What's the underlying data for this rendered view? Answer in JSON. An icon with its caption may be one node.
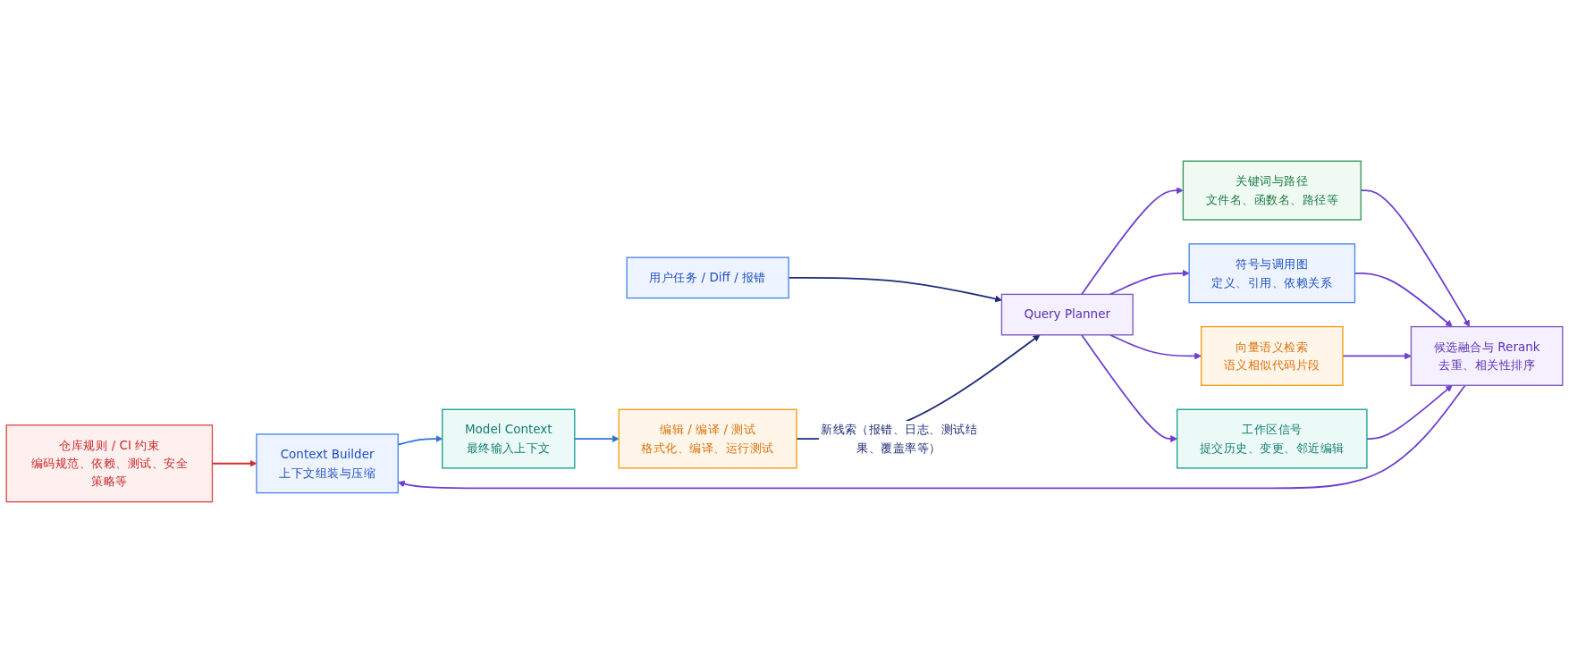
{
  "diagram": {
    "nodes": [
      {
        "text": [
          "用户任务 / Diff / 报错"
        ]
      },
      {
        "text": [
          "Query Planner"
        ]
      },
      {
        "text": [
          "关键词与路径",
          "文件名、函数名、路径等"
        ]
      },
      {
        "text": [
          "符号与调用图",
          "定义、引用、依赖关系"
        ]
      },
      {
        "text": [
          "向量语义检索",
          "语义相似代码片段"
        ]
      },
      {
        "text": [
          "工作区信号",
          "提交历史、变更、邻近编辑"
        ]
      },
      {
        "text": [
          "候选融合与 Rerank",
          "去重、相关性排序"
        ]
      },
      {
        "text": [
          "仓库规则 / CI 约束",
          "编码规范、依赖、测试、安全策略等"
        ]
      },
      {
        "text": [
          "Context Builder",
          "上下文组装与压缩"
        ]
      },
      {
        "text": [
          "Model Context",
          "最终输入上下文"
        ]
      },
      {
        "text": [
          "编辑 / 编译 / 测试",
          "格式化、编译、运行测试"
        ]
      }
    ],
    "edges": [
      {
        "from": 0,
        "to": 1,
        "arrow": "to",
        "color": "#1e2a78"
      },
      {
        "from": 1,
        "to": 2,
        "arrow": "to"
      },
      {
        "from": 1,
        "to": 3,
        "arrow": "to"
      },
      {
        "from": 1,
        "to": 4,
        "arrow": "to"
      },
      {
        "from": 1,
        "to": 5,
        "arrow": "to"
      },
      {
        "from": 2,
        "to": 6,
        "arrow": "to"
      },
      {
        "from": 3,
        "to": 6,
        "arrow": "to"
      },
      {
        "from": 4,
        "to": 6,
        "arrow": "to"
      },
      {
        "from": 5,
        "to": 6,
        "arrow": "to"
      },
      {
        "from": 6,
        "to": 8,
        "arrow": "to"
      },
      {
        "from": 7,
        "to": 8,
        "arrow": "to",
        "color": "#d32f2f"
      },
      {
        "from": 8,
        "to": 9,
        "arrow": "to",
        "color": "#2f6fe0"
      },
      {
        "from": 9,
        "to": 10,
        "arrow": "to",
        "color": "#2f6fe0"
      },
      {
        "from": 10,
        "to": 1,
        "arrow": "to",
        "label": "新线索（报错、日志、测试结果、覆盖率等）",
        "color": "#1e2a78"
      }
    ]
  }
}
